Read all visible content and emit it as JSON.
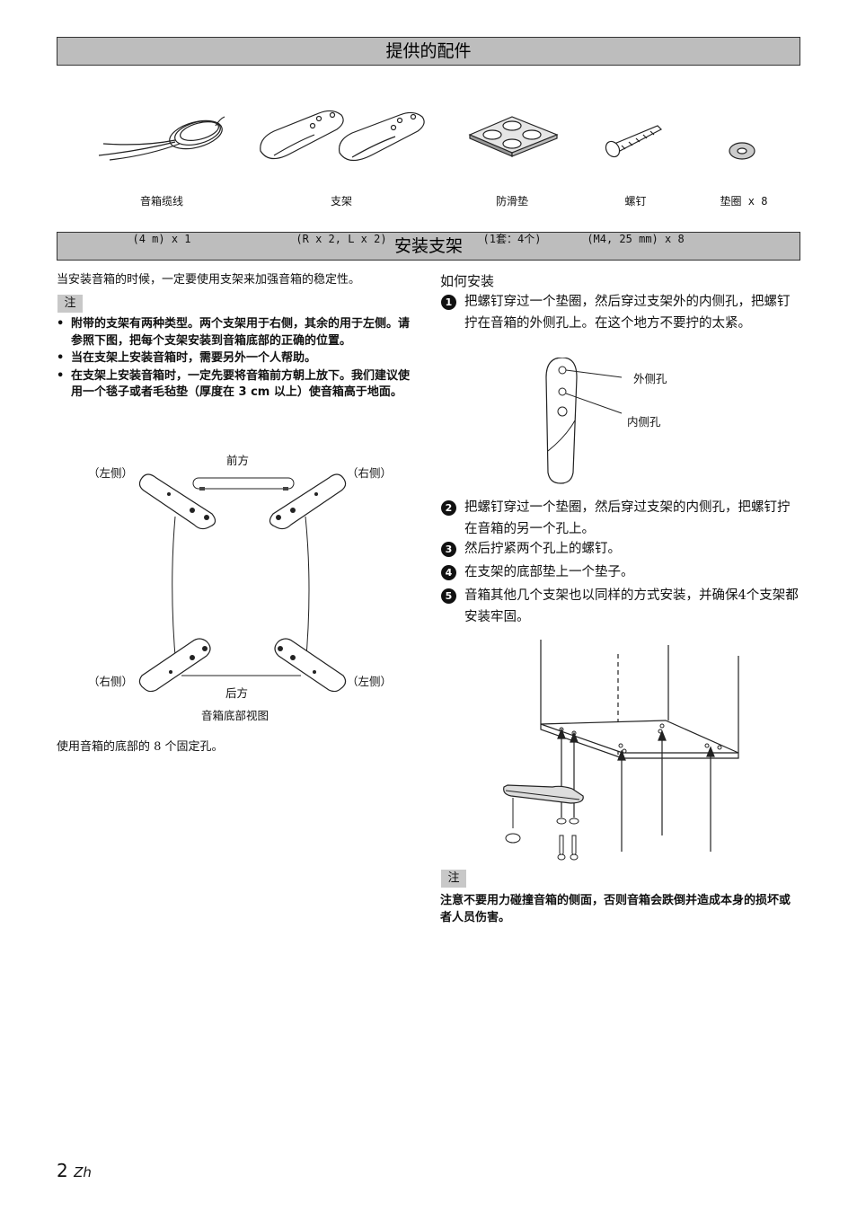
{
  "sections": {
    "accessories_title": "提供的配件",
    "install_title": "安装支架"
  },
  "accessories": [
    {
      "name": "音箱缆线",
      "qty": "(4 m) x 1"
    },
    {
      "name": "支架",
      "qty": "(R x 2, L x 2)"
    },
    {
      "name": "防滑垫",
      "qty": "(1套：4个)"
    },
    {
      "name": "螺钉",
      "qty": "(M4, 25 mm) x 8"
    },
    {
      "name": "垫圈 x 8",
      "qty": ""
    }
  ],
  "left": {
    "intro": "当安装音箱的时候，一定要使用支架来加强音箱的稳定性。",
    "note_tag": "注",
    "notes": [
      "附带的支架有两种类型。两个支架用于右侧，其余的用于左侧。请参照下图，把每个支架安装到音箱底部的正确的位置。",
      "当在支架上安装音箱时，需要另外一个人帮助。",
      "在支架上安装音箱时，一定先要将音箱前方朝上放下。我们建议使用一个毯子或者毛毡垫（厚度在 3 cm 以上）使音箱高于地面。"
    ],
    "diagram": {
      "front": "前方",
      "rear": "后方",
      "left_top": "（左侧）",
      "right_top": "（右侧）",
      "right_bottom": "（右侧）",
      "left_bottom": "（左侧）",
      "caption": "音箱底部视图"
    },
    "outro": "使用音箱的底部的 8 个固定孔。"
  },
  "right": {
    "how_title": "如何安装",
    "steps": [
      {
        "num": "1",
        "text": "把螺钉穿过一个垫圈，然后穿过支架外的内侧孔，把螺钉拧在音箱的外侧孔上。在这个地方不要拧的太紧。"
      },
      {
        "num": "2",
        "text": "把螺钉穿过一个垫圈，然后穿过支架的内侧孔，把螺钉拧在音箱的另一个孔上。"
      },
      {
        "num": "3",
        "text": "然后拧紧两个孔上的螺钉。"
      },
      {
        "num": "4",
        "text": "在支架的底部垫上一个垫子。"
      },
      {
        "num": "5",
        "text": "音箱其他几个支架也以同样的方式安装，并确保4个支架都安装牢固。"
      }
    ],
    "outer_hole": "外侧孔",
    "inner_hole": "内侧孔",
    "note_tag": "注",
    "warning": "注意不要用力碰撞音箱的侧面，否则音箱会跌倒并造成本身的损坏或者人员伤害。"
  },
  "footer": {
    "page_num": "2",
    "lang": "Zh"
  }
}
